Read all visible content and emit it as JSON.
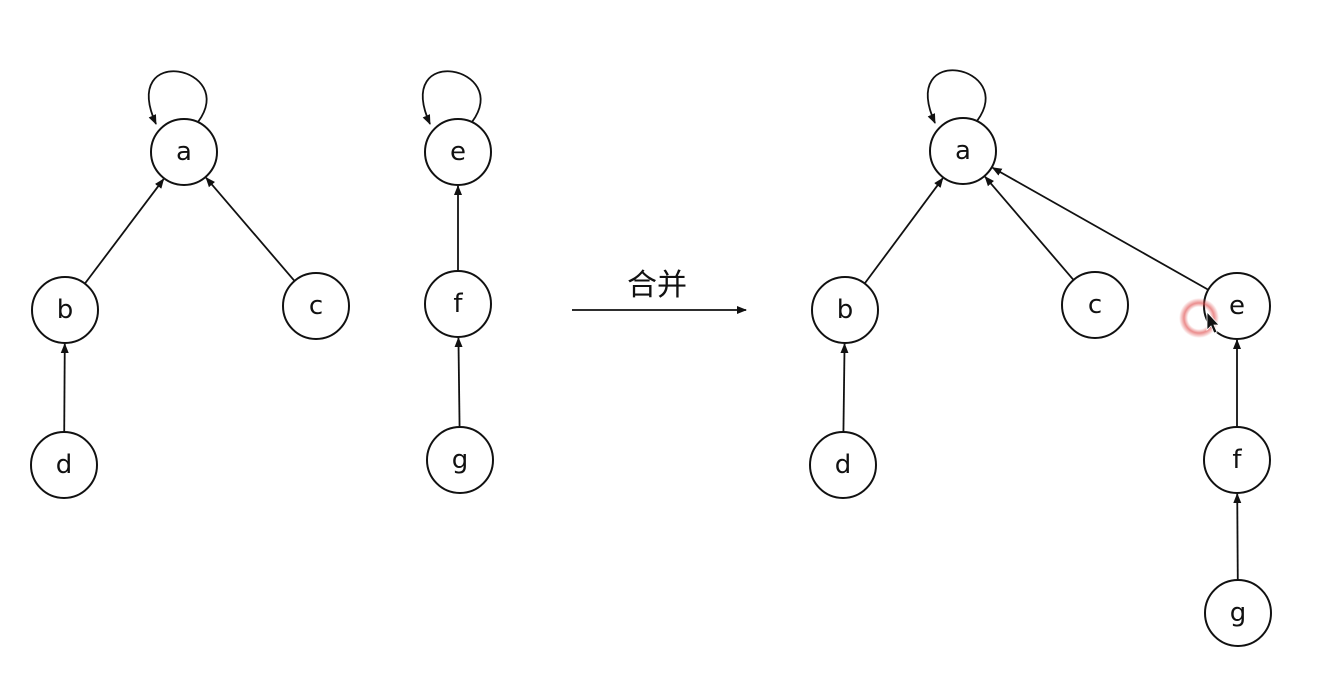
{
  "merge_label": "合并",
  "left_tree_1": {
    "nodes": [
      "a",
      "b",
      "c",
      "d"
    ],
    "edges": [
      [
        "b",
        "a"
      ],
      [
        "c",
        "a"
      ],
      [
        "d",
        "b"
      ]
    ],
    "root": "a"
  },
  "left_tree_2": {
    "nodes": [
      "e",
      "f",
      "g"
    ],
    "edges": [
      [
        "f",
        "e"
      ],
      [
        "g",
        "f"
      ]
    ],
    "root": "e"
  },
  "merged_tree": {
    "nodes": [
      "a",
      "b",
      "c",
      "d",
      "e",
      "f",
      "g"
    ],
    "edges": [
      [
        "b",
        "a"
      ],
      [
        "c",
        "a"
      ],
      [
        "e",
        "a"
      ],
      [
        "d",
        "b"
      ],
      [
        "f",
        "e"
      ],
      [
        "g",
        "f"
      ]
    ],
    "root": "a"
  },
  "colors": {
    "stroke": "#111111",
    "background": "#ffffff",
    "cursor_highlight": "#e05050"
  },
  "icons": {
    "cursor": "mouse-pointer-icon"
  }
}
